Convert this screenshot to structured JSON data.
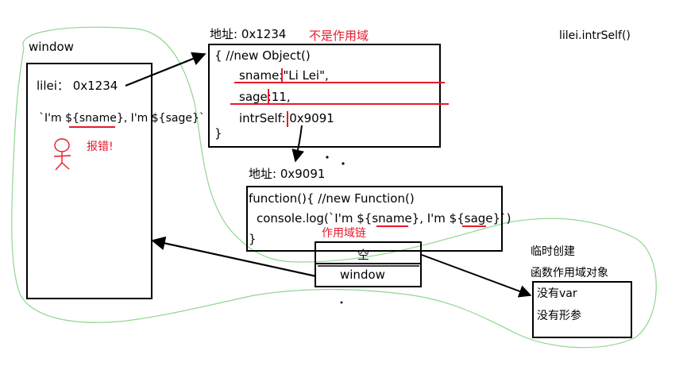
{
  "top_right_label": "lilei.intrSelf()",
  "window_scope": {
    "label": "window",
    "var_line_name": "lilei",
    "var_line_sep": "：",
    "var_line_value": "0x1234",
    "template_line": "`I'm ${sname}, I'm ${sage}`",
    "error_text": "报错!"
  },
  "object_block": {
    "address": "地址: 0x1234",
    "not_scope_note": "不是作用域",
    "line_open": "{  //new Object()",
    "line_sname": "sname:\"Li Lei\",",
    "line_sage": "sage:11,",
    "line_intr": "intrSelf: 0x9091",
    "line_close": "}"
  },
  "function_block": {
    "address": "地址: 0x9091",
    "line_open": "function(){ //new Function()",
    "line_body": "console.log(`I'm ${sname}, I'm ${sage}`)",
    "line_close": "}",
    "scope_chain_label": "作用域链"
  },
  "scope_chain": {
    "top_cell": "空",
    "bottom_cell": "window"
  },
  "temp_scope": {
    "caption_line1": "临时创建",
    "caption_line2": "函数作用域对象",
    "item1": "没有var",
    "item2": "没有形参"
  },
  "colors": {
    "ink": "#000000",
    "annotation_red": "#e8192c",
    "scope_outline_green": "#8fd68f"
  }
}
